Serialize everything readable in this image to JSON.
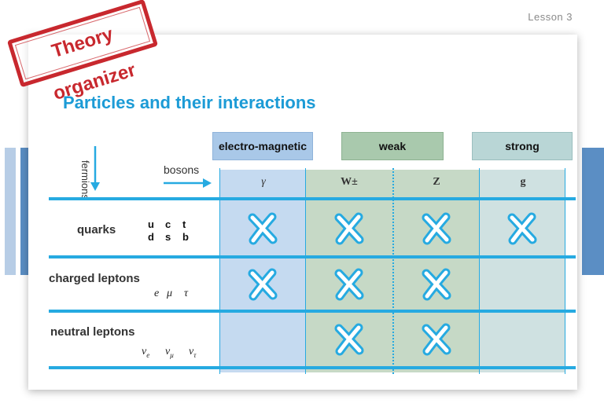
{
  "lesson_label": "Lesson 3",
  "stamp_text": "Theory organizer",
  "title": "Particles and their interactions",
  "axis": {
    "fermions": "fermions",
    "bosons": "bosons"
  },
  "interactions": [
    {
      "name": "electro-magnetic",
      "color": "#a9c8e8"
    },
    {
      "name": "weak",
      "color": "#a9c9ad"
    },
    {
      "name": "strong",
      "color": "#b9d6d6"
    }
  ],
  "bosons": [
    "γ",
    "W±",
    "Z",
    "g"
  ],
  "rows": [
    {
      "label": "quarks",
      "symbols_top": [
        "u",
        "c",
        "t"
      ],
      "symbols_bottom": [
        "d",
        "s",
        "b"
      ],
      "interacts": [
        true,
        true,
        true,
        true
      ]
    },
    {
      "label": "charged leptons",
      "symbols": [
        "e",
        "μ",
        "τ"
      ],
      "interacts": [
        true,
        true,
        true,
        false
      ]
    },
    {
      "label": "neutral leptons",
      "symbols": [
        "νe",
        "νμ",
        "ντ"
      ],
      "interacts": [
        false,
        true,
        true,
        false
      ]
    }
  ],
  "colors": {
    "accent": "#1c9bd6",
    "line": "#26aae1",
    "stamp": "#c8282e",
    "em_cell": "#c5daf0",
    "weak_cell": "#c6d9c6",
    "strong_cell": "#cfe1e1"
  }
}
